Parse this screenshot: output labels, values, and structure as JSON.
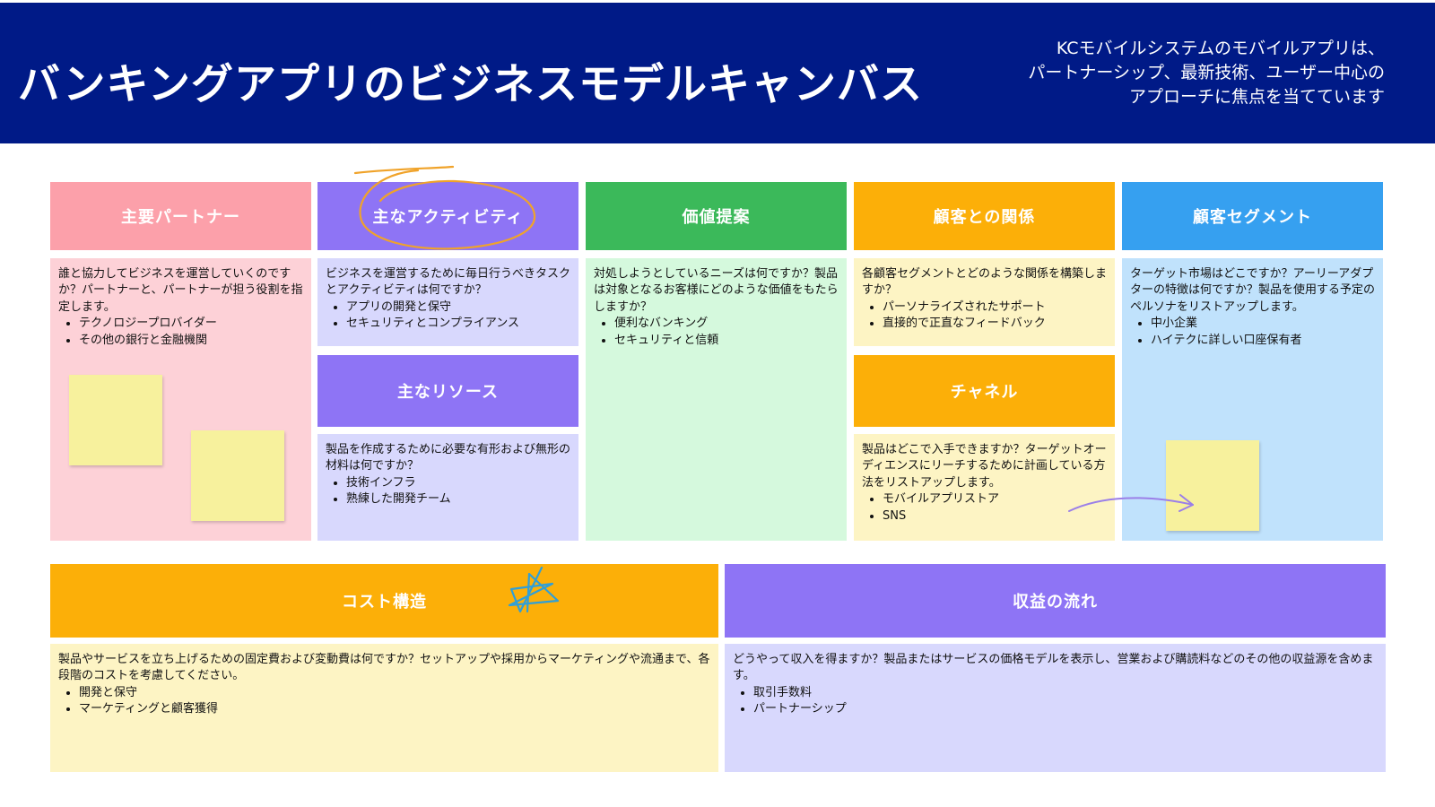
{
  "header": {
    "title": "バンキングアプリのビジネスモデルキャンバス",
    "subtitle_lines": [
      "KCモバイルシステムのモバイルアプリは、",
      "パートナーシップ、最新技術、ユーザー中心の",
      "アプローチに焦点を当てています"
    ]
  },
  "colors": {
    "header_bg": "#001a87",
    "pink": "#fca0aa",
    "purple": "#8e74f5",
    "green": "#3bb95a",
    "orange": "#fcaf08",
    "blue": "#36a0f0",
    "sticky": "#f7f19d"
  },
  "sections": {
    "key_partners": {
      "title": "主要パートナー",
      "text": "誰と協力してビジネスを運営していくのですか？パートナーと、パートナーが担う役割を指定します。",
      "bullets": [
        "テクノロジープロバイダー",
        "その他の銀行と金融機関"
      ]
    },
    "key_activities": {
      "title": "主なアクティビティ",
      "text": "ビジネスを運営するために毎日行うべきタスクとアクティビティは何ですか？",
      "bullets": [
        "アプリの開発と保守",
        "セキュリティとコンプライアンス"
      ]
    },
    "key_resources": {
      "title": "主なリソース",
      "text": "製品を作成するために必要な有形および無形の材料は何ですか？",
      "bullets": [
        "技術インフラ",
        "熟練した開発チーム"
      ]
    },
    "value_propositions": {
      "title": "価値提案",
      "text": "対処しようとしているニーズは何ですか？製品は対象となるお客様にどのような価値をもたらしますか？",
      "bullets": [
        "便利なバンキング",
        "セキュリティと信頼"
      ]
    },
    "customer_relationships": {
      "title": "顧客との関係",
      "text": "各顧客セグメントとどのような関係を構築しますか？",
      "bullets": [
        "パーソナライズされたサポート",
        "直接的で正直なフィードバック"
      ]
    },
    "channels": {
      "title": "チャネル",
      "text": "製品はどこで入手できますか？ターゲットオーディエンスにリーチするために計画している方法をリストアップします。",
      "bullets": [
        "モバイルアプリストア",
        "SNS"
      ]
    },
    "customer_segments": {
      "title": "顧客セグメント",
      "text": "ターゲット市場はどこですか？アーリーアダプターの特徴は何ですか？製品を使用する予定のペルソナをリストアップします。",
      "bullets": [
        "中小企業",
        "ハイテクに詳しい口座保有者"
      ]
    },
    "cost_structure": {
      "title": "コスト構造",
      "text": "製品やサービスを立ち上げるための固定費および変動費は何ですか？セットアップや採用からマーケティングや流通まで、各段階のコストを考慮してください。",
      "bullets": [
        "開発と保守",
        "マーケティングと顧客獲得"
      ]
    },
    "revenue_streams": {
      "title": "収益の流れ",
      "text": "どうやって収入を得ますか？製品またはサービスの価格モデルを表示し、営業および購読料などのその他の収益源を含めます。",
      "bullets": [
        "取引手数料",
        "パートナーシップ"
      ]
    }
  },
  "decorations": {
    "circle": "hand-drawn-circle-annotation",
    "star": "star-doodle",
    "arrow": "arrow-doodle"
  }
}
